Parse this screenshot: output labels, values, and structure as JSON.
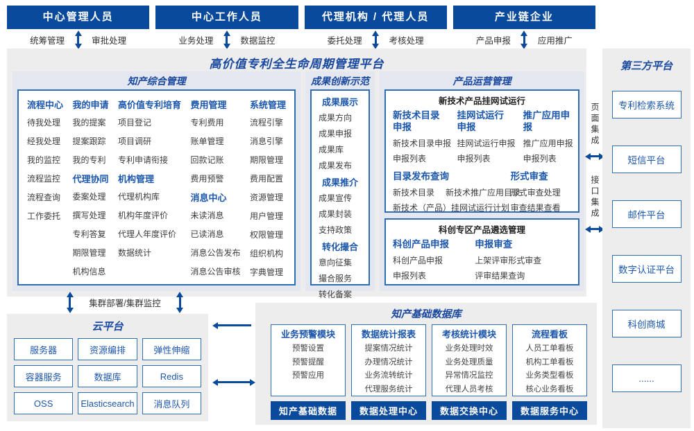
{
  "colors": {
    "primary_blue": "#0a4a9c",
    "heading_blue": "#1c57ac",
    "title_blue": "#17479e",
    "box_border": "#2e6cb3",
    "panel_gray": "#ededed",
    "section_gray": "#e4e7f0"
  },
  "actors": [
    {
      "title": "中心管理人员",
      "left": "统筹管理",
      "right": "审批处理"
    },
    {
      "title": "中心工作人员",
      "left": "业务处理",
      "right": "数据监控"
    },
    {
      "title": "代理机构 / 代理人员",
      "left": "委托处理",
      "right": "考核处理"
    },
    {
      "title": "产业链企业",
      "left": "产品申报",
      "right": "应用推广"
    }
  ],
  "platform": {
    "title": "高价值专利全生命周期管理平台",
    "zhichan": {
      "title": "知产综合管理",
      "columns": [
        [
          {
            "h": "流程中心",
            "items": [
              "待我处理",
              "经我处理",
              "我的监控",
              "流程监控",
              "流程查询",
              "工作委托"
            ]
          }
        ],
        [
          {
            "h": "我的申请",
            "items": [
              "我的提案",
              "提案跟踪",
              "我的专利"
            ]
          },
          {
            "h": "代理协同",
            "items": [
              "委案处理",
              "撰写处理",
              "专利答复",
              "期限管理",
              "机构信息"
            ]
          }
        ],
        [
          {
            "h": "高价值专利培育",
            "items": [
              "项目登记",
              "项目调研",
              "专利申请衔接"
            ]
          },
          {
            "h": "机构管理",
            "items": [
              "代理机构库",
              "机构年度评价",
              "代理人年度评价",
              "数据统计"
            ]
          }
        ],
        [
          {
            "h": "费用管理",
            "items": [
              "专利费用",
              "账单管理",
              "回款记账",
              "费用预警"
            ]
          },
          {
            "h": "消息中心",
            "items": [
              "未读消息",
              "已读消息",
              "消息公告发布",
              "消息公告审核"
            ]
          }
        ],
        [
          {
            "h": "系统管理",
            "items": [
              "流程引擎",
              "消息引擎",
              "期限管理",
              "费用配置",
              "资源管理",
              "用户管理",
              "权限管理",
              "组织机构",
              "字典管理"
            ]
          }
        ]
      ]
    },
    "chengguo": {
      "title": "成果创新示范",
      "groups": [
        {
          "h": "成果展示",
          "items": [
            "成果方向",
            "成果申报",
            "成果库",
            "成果发布"
          ]
        },
        {
          "h": "成果推介",
          "items": [
            "成果宣传",
            "成果封装",
            "支持政策"
          ]
        },
        {
          "h": "转化撮合",
          "items": [
            "意向征集",
            "撮合服务",
            "转化备案"
          ]
        }
      ]
    },
    "chanpin": {
      "title": "产品运营管理",
      "box1": {
        "title": "新技术产品挂网试运行",
        "groups": [
          {
            "h": "新技术目录申报",
            "items": [
              "新技术目录申报",
              "申报列表"
            ]
          },
          {
            "h": "挂网试运行申报",
            "items": [
              "挂网试运行申报",
              "申报列表"
            ]
          },
          {
            "h": "推广应用申报",
            "items": [
              "推广应用申报",
              "申报列表"
            ]
          }
        ],
        "catalog": {
          "h": "目录发布查询",
          "row1": [
            "新技术目录",
            "新技术推广应用目录"
          ],
          "row2": "新技术（产品）挂网试运行计划"
        },
        "review": {
          "h": "形式审查",
          "items": [
            "形式审查处理",
            "审查结果查看"
          ]
        }
      },
      "box2": {
        "title": "科创专区产品遴选管理",
        "groups": [
          {
            "h": "科创产品申报",
            "items": [
              "科创产品申报",
              "申报列表"
            ]
          },
          {
            "h": "申报审查",
            "items": [
              "上架评审形式审查",
              "评审结果查询"
            ]
          }
        ]
      }
    }
  },
  "integration": {
    "page": "页面集成",
    "interface": "接口集成"
  },
  "third_party": {
    "title": "第三方平台",
    "items": [
      "专利检索系统",
      "短信平台",
      "邮件平台",
      "数字认证平台",
      "科创商城",
      "......"
    ]
  },
  "cluster_label": "集群部署/集群监控",
  "cloud": {
    "title": "云平台",
    "items": [
      "服务器",
      "资源编排",
      "弹性伸缩",
      "容器服务",
      "数据库",
      "Redis",
      "OSS",
      "Elasticsearch",
      "消息队列"
    ]
  },
  "database": {
    "title": "知产基础数据库",
    "modules": [
      {
        "h": "业务预警模块",
        "items": [
          "预警设置",
          "预警提醒",
          "预警应用"
        ],
        "footer": "知产基础数据"
      },
      {
        "h": "数据统计报表",
        "items": [
          "提案情况统计",
          "办理情况统计",
          "业务流转统计",
          "代理服务统计"
        ],
        "footer": "数据处理中心"
      },
      {
        "h": "考核统计模块",
        "items": [
          "业务处理时效",
          "业务处理质量",
          "异常情况监控",
          "代理人员考核"
        ],
        "footer": "数据交换中心"
      },
      {
        "h": "流程看板",
        "items": [
          "人员工单看板",
          "机构工单看板",
          "业务类型看板",
          "核心业务看板"
        ],
        "footer": "数据服务中心"
      }
    ]
  }
}
